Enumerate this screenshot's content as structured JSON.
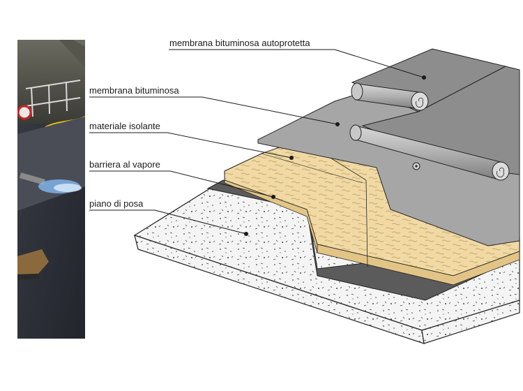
{
  "photo": {
    "name": "site-photo-torch-application"
  },
  "labels": {
    "membrana_autoprotetta": "membrana bituminosa autoprotetta",
    "membrana": "membrana bituminosa",
    "isolante": "materiale isolante",
    "barriera": "barriera al vapore",
    "piano": "piano di posa"
  },
  "colors": {
    "concrete": "#f2f2f2",
    "concrete_edge": "#222222",
    "vapor_barrier": "#595959",
    "insulation": "#f2d9a3",
    "membrane": "#a3a3a3",
    "membrane_top": "#8c8c8c",
    "roll": "#b3b3b3"
  }
}
